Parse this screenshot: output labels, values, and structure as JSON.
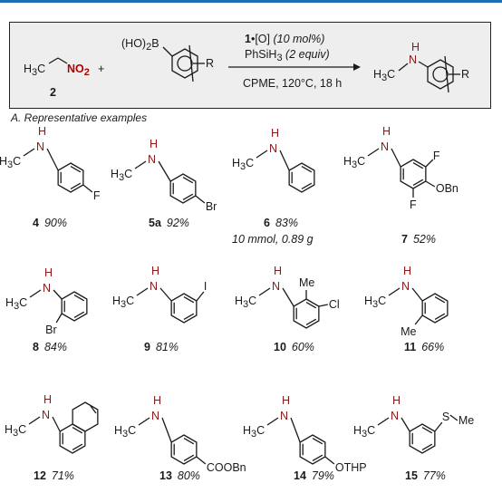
{
  "scheme": {
    "reactant1_left": "H",
    "reactant1_sub": "3",
    "reactant1_c": "C",
    "reactant1_no2": "NO",
    "reactant1_no2_sub": "2",
    "reactant1_number": "2",
    "plus": "+",
    "boronic": "(HO)",
    "boronic_sub": "2",
    "boronic_b": "B",
    "r_group": "R",
    "catalyst_num": "1",
    "catalyst_rest": "•[O] ",
    "catalyst_loading": "(10 mol%)",
    "reductant": "PhSiH",
    "reductant_sub": "3",
    "reductant_equiv": " (2 equiv)",
    "conditions": "CPME, 120°C, 18 h",
    "product_nh": "H",
    "product_n": "N",
    "product_h3c": "H",
    "product_sub": "3",
    "product_c": "C",
    "product_r": "R"
  },
  "section_title": "A. Representative examples",
  "common": {
    "nh_h": "H",
    "nh_n": "N",
    "h3c_h": "H",
    "h3c_3": "3",
    "h3c_c": "C"
  },
  "examples": [
    {
      "num": "4",
      "yield": "90%",
      "subs": [
        "F"
      ]
    },
    {
      "num": "5a",
      "yield": "92%",
      "subs": [
        "Br"
      ]
    },
    {
      "num": "6",
      "yield": "83%",
      "note": "10 mmol, 0.89 g",
      "subs": []
    },
    {
      "num": "7",
      "yield": "52%",
      "subs": [
        "F",
        "F",
        "OBn"
      ]
    },
    {
      "num": "8",
      "yield": "84%",
      "subs": [
        "Br"
      ]
    },
    {
      "num": "9",
      "yield": "81%",
      "subs": [
        "I"
      ]
    },
    {
      "num": "10",
      "yield": "60%",
      "subs": [
        "Me",
        "Cl"
      ]
    },
    {
      "num": "11",
      "yield": "66%",
      "subs": [
        "Me"
      ]
    },
    {
      "num": "12",
      "yield": "71%",
      "subs": []
    },
    {
      "num": "13",
      "yield": "80%",
      "subs": [
        "COOBn"
      ]
    },
    {
      "num": "14",
      "yield": "79%",
      "subs": [
        "OTHP"
      ]
    },
    {
      "num": "15",
      "yield": "77%",
      "subs": [
        "S",
        "Me"
      ]
    }
  ]
}
